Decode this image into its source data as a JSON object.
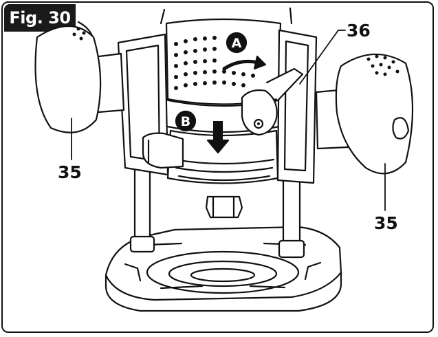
{
  "figure": {
    "label": "Fig. 30",
    "callouts": {
      "handle_left": "35",
      "handle_right": "35",
      "lever": "36"
    },
    "markers": {
      "a": "A",
      "b": "B"
    }
  },
  "colors": {
    "ink": "#111111",
    "label_bg": "#1a1a1a",
    "label_text": "#ffffff",
    "fill": "#ffffff"
  }
}
